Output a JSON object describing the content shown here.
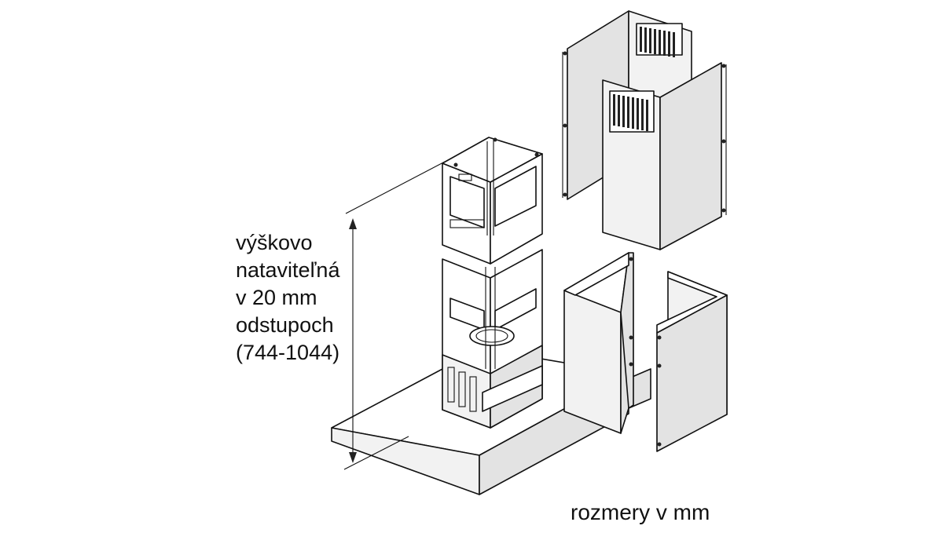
{
  "diagram": {
    "height_label": {
      "lines": [
        "výškovo",
        "nataviteľná",
        "v 20 mm",
        "odstupoch",
        "(744-1044)"
      ]
    },
    "units_note": "rozmery v mm",
    "parts": [
      "chimney-upper-rear-panel",
      "chimney-upper-front-panel",
      "chimney-lower-front-panel",
      "chimney-lower-rear-panel",
      "support-frame-upper",
      "support-frame-lower",
      "hood-canopy",
      "height-dimension-arrow"
    ]
  }
}
